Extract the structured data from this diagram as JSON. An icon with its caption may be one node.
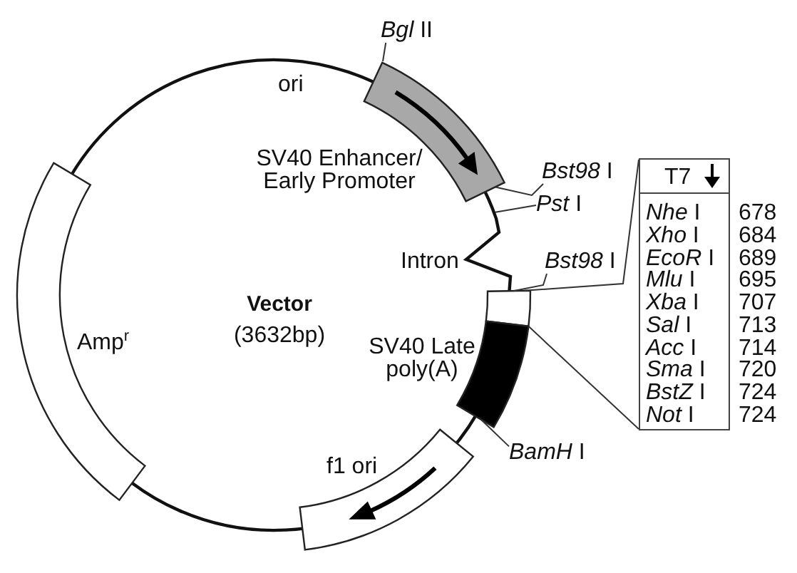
{
  "diagram": {
    "nodes": [
      {
        "text": [
          "*Bgl* II"
        ]
      },
      {
        "text": [],
        "shape": "box",
        "beside": [
          "SV40 Enhancer/ Early Promoter"
        ]
      },
      {
        "text": [
          "*Bst98* I"
        ]
      },
      {
        "text": [
          "*Pst* I"
        ]
      },
      {
        "text": [
          "T7",
          "*Nhe* I",
          "*Xho* I",
          "*EcoR* I",
          "*Mlu* I",
          "*Xba* I",
          "*Sal* I",
          "*Acc* I",
          "*Sma* I",
          "*BstZ* I",
          "*Not* I"
        ],
        "beside": [
          "678",
          "684",
          "689",
          "695",
          "707",
          "713",
          "714",
          "720",
          "724",
          "724"
        ]
      },
      {
        "text": [
          "*Bst98* I"
        ]
      },
      {
        "text": [],
        "shape": "box"
      },
      {
        "text": [],
        "shape": "box",
        "beside": [
          "Amp$^{r}$"
        ]
      },
      {
        "text": [],
        "shape": "box",
        "beside": [
          "SV40 Late poly(A)"
        ]
      },
      {
        "text": [
          "*BamH* I"
        ]
      },
      {
        "text": [],
        "shape": "box",
        "beside": [
          "f1 ori"
        ]
      }
    ],
    "edges": [
      {
        "from": 0,
        "to": 1,
        "arrow": "none"
      },
      {
        "from": 2,
        "to": 1,
        "arrow": "none"
      },
      {
        "from": 3,
        "to": null,
        "arrow": "none"
      },
      {
        "from": 5,
        "to": 6,
        "arrow": "none"
      },
      {
        "from": 6,
        "to": 4,
        "arrow": "none"
      },
      {
        "from": 9,
        "to": 8,
        "arrow": "none"
      }
    ],
    "labels": [
      "ori",
      "Intron",
      "Vector",
      "(3632bp)"
    ]
  }
}
